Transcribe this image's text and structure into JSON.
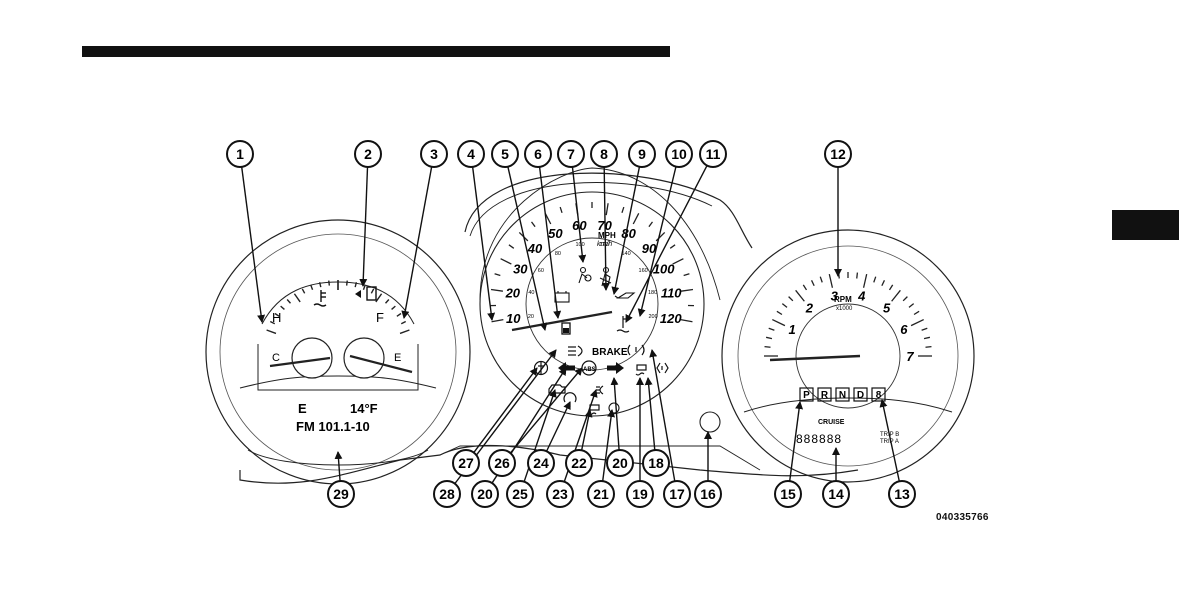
{
  "figure_id": "040335766",
  "left_gauge": {
    "temp_low": "C",
    "temp_high": "H",
    "fuel_empty": "E",
    "fuel_full": "F",
    "compass": "E",
    "temperature": "14°F",
    "radio": "FM 101.1-10"
  },
  "speedometer": {
    "mph_ticks": [
      "10",
      "20",
      "30",
      "40",
      "50",
      "60",
      "70",
      "80",
      "90",
      "100",
      "110",
      "120"
    ],
    "kmh_ticks": [
      "20",
      "40",
      "60",
      "80",
      "100",
      "120",
      "140",
      "160",
      "180",
      "200"
    ],
    "unit_main": "MPH",
    "unit_sub": "km/h",
    "brake": "BRAKE"
  },
  "tachometer": {
    "ticks": [
      "1",
      "2",
      "3",
      "4",
      "5",
      "6",
      "7"
    ],
    "unit_main": "RPM",
    "unit_sub": "x1000",
    "gears": [
      "P",
      "R",
      "N",
      "D",
      "8"
    ],
    "cruise": "CRUISE",
    "odometer": "888888",
    "trip_b": "TRIP B",
    "trip_a": "TRIP A"
  },
  "callouts": [
    {
      "num": "1"
    },
    {
      "num": "2"
    },
    {
      "num": "3"
    },
    {
      "num": "4"
    },
    {
      "num": "5"
    },
    {
      "num": "6"
    },
    {
      "num": "7"
    },
    {
      "num": "8"
    },
    {
      "num": "9"
    },
    {
      "num": "10"
    },
    {
      "num": "11"
    },
    {
      "num": "12"
    },
    {
      "num": "13"
    },
    {
      "num": "14"
    },
    {
      "num": "15"
    },
    {
      "num": "16"
    },
    {
      "num": "17"
    },
    {
      "num": "18"
    },
    {
      "num": "19"
    },
    {
      "num": "20"
    },
    {
      "num": "21"
    },
    {
      "num": "22"
    },
    {
      "num": "23"
    },
    {
      "num": "24"
    },
    {
      "num": "25"
    },
    {
      "num": "20"
    },
    {
      "num": "26"
    },
    {
      "num": "27"
    },
    {
      "num": "28"
    },
    {
      "num": "29"
    }
  ]
}
